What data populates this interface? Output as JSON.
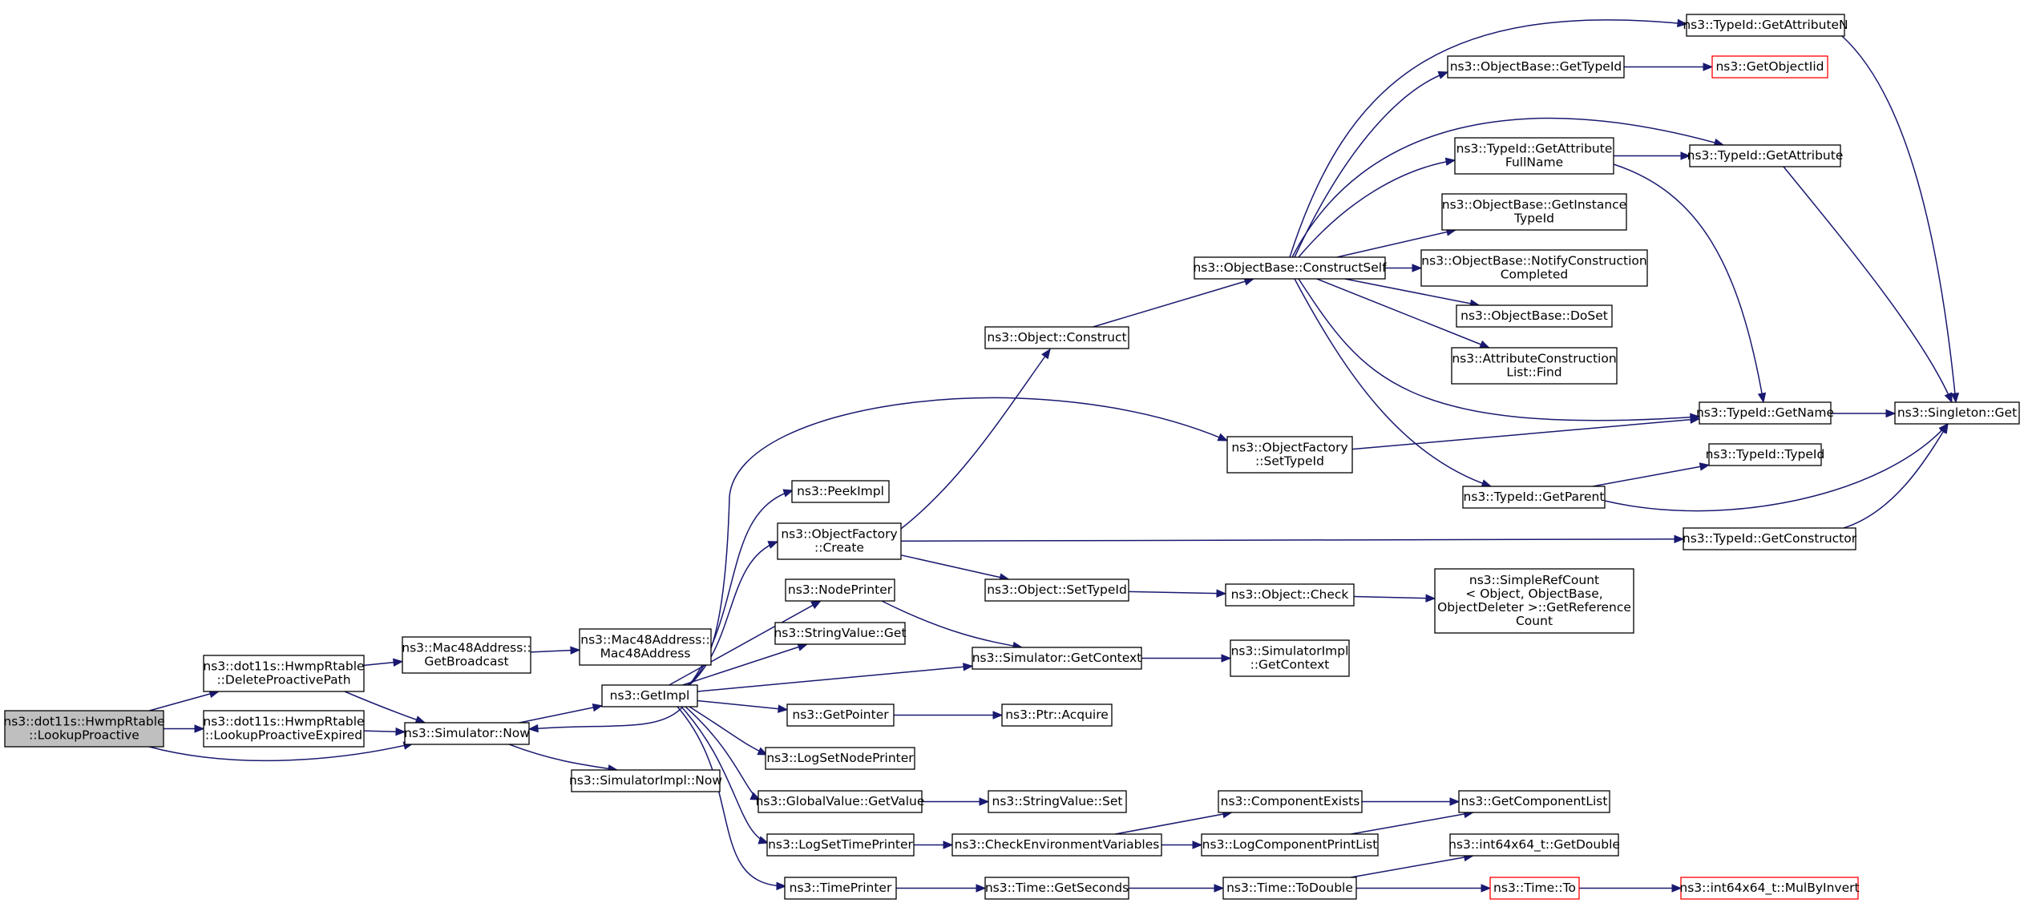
{
  "nodes": {
    "root": [
      "ns3::dot11s::HwmpRtable",
      "::LookupProactive"
    ],
    "delpro": [
      "ns3::dot11s::HwmpRtable",
      "::DeleteProactivePath"
    ],
    "lookexp": [
      "ns3::dot11s::HwmpRtable",
      "::LookupProactiveExpired"
    ],
    "getbc": [
      "ns3::Mac48Address::",
      "GetBroadcast"
    ],
    "mac48": [
      "ns3::Mac48Address::",
      "Mac48Address"
    ],
    "simnow": [
      "ns3::Simulator::Now"
    ],
    "simimplnow": [
      "ns3::SimulatorImpl::Now"
    ],
    "getimpl": [
      "ns3::GetImpl"
    ],
    "peekimpl": [
      "ns3::PeekImpl"
    ],
    "ofcreate": [
      "ns3::ObjectFactory",
      "::Create"
    ],
    "nodeprinter": [
      "ns3::NodePrinter"
    ],
    "svget": [
      "ns3::StringValue::Get"
    ],
    "getpointer": [
      "ns3::GetPointer"
    ],
    "logsetnode": [
      "ns3::LogSetNodePrinter"
    ],
    "gvgetvalue": [
      "ns3::GlobalValue::GetValue"
    ],
    "logsettime": [
      "ns3::LogSetTimePrinter"
    ],
    "timeprinter": [
      "ns3::TimePrinter"
    ],
    "objconstruct": [
      "ns3::Object::Construct"
    ],
    "objsettypeid": [
      "ns3::Object::SetTypeId"
    ],
    "simgetctx": [
      "ns3::Simulator::GetContext"
    ],
    "ptracquire": [
      "ns3::Ptr::Acquire"
    ],
    "svset": [
      "ns3::StringValue::Set"
    ],
    "checkenv": [
      "ns3::CheckEnvironmentVariables"
    ],
    "timegetsec": [
      "ns3::Time::GetSeconds"
    ],
    "obcconstruct": [
      "ns3::ObjectBase::ConstructSelf"
    ],
    "ofsettypeid": [
      "ns3::ObjectFactory",
      "::SetTypeId"
    ],
    "objcheck": [
      "ns3::Object::Check"
    ],
    "simimplctx": [
      "ns3::SimulatorImpl",
      "::GetContext"
    ],
    "compexists": [
      "ns3::ComponentExists"
    ],
    "logcomplist": [
      "ns3::LogComponentPrintList"
    ],
    "timetodouble": [
      "ns3::Time::ToDouble"
    ],
    "tidgetattrn": [
      "ns3::TypeId::GetAttributeN"
    ],
    "obgettypeid": [
      "ns3::ObjectBase::GetTypeId"
    ],
    "tidgetattrfull": [
      "ns3::TypeId::GetAttribute",
      "FullName"
    ],
    "obgetinst": [
      "ns3::ObjectBase::GetInstance",
      "TypeId"
    ],
    "obnotify": [
      "ns3::ObjectBase::NotifyConstruction",
      "Completed"
    ],
    "obdoset": [
      "ns3::ObjectBase::DoSet"
    ],
    "attrfind": [
      "ns3::AttributeConstruction",
      "List::Find"
    ],
    "tidgetparent": [
      "ns3::TypeId::GetParent"
    ],
    "srcgetref": [
      "ns3::SimpleRefCount",
      "< Object, ObjectBase,",
      " ObjectDeleter >::GetReference",
      "Count"
    ],
    "getcomplist": [
      "ns3::GetComponentList"
    ],
    "i64getdouble": [
      "ns3::int64x64_t::GetDouble"
    ],
    "timeto": [
      "ns3::Time::To"
    ],
    "getobjiid": [
      "ns3::GetObjectIid"
    ],
    "tidgetattr": [
      "ns3::TypeId::GetAttribute"
    ],
    "tidgetname": [
      "ns3::TypeId::GetName"
    ],
    "tidtypeid": [
      "ns3::TypeId::TypeId"
    ],
    "tidgetctor": [
      "ns3::TypeId::GetConstructor"
    ],
    "i64mulinv": [
      "ns3::int64x64_t::MulByInvert"
    ],
    "singget": [
      "ns3::Singleton::Get"
    ]
  },
  "node_styles": {
    "root": "root",
    "getobjiid": "undoc",
    "timeto": "undoc",
    "i64mulinv": "undoc"
  },
  "colors": {
    "edge": "#191970",
    "root_fill": "#bfbfbf",
    "undocumented_border": "#ff0000",
    "node_border": "#000000"
  },
  "edges": [
    [
      "root",
      "delpro"
    ],
    [
      "root",
      "lookexp"
    ],
    [
      "root",
      "simnow"
    ],
    [
      "delpro",
      "getbc"
    ],
    [
      "delpro",
      "simnow"
    ],
    [
      "lookexp",
      "simnow"
    ],
    [
      "getbc",
      "mac48"
    ],
    [
      "simnow",
      "getimpl"
    ],
    [
      "simnow",
      "simimplnow"
    ],
    [
      "getimpl",
      "peekimpl"
    ],
    [
      "getimpl",
      "ofcreate"
    ],
    [
      "getimpl",
      "nodeprinter"
    ],
    [
      "getimpl",
      "svget"
    ],
    [
      "getimpl",
      "getpointer"
    ],
    [
      "getimpl",
      "logsetnode"
    ],
    [
      "getimpl",
      "gvgetvalue"
    ],
    [
      "getimpl",
      "logsettime"
    ],
    [
      "getimpl",
      "timeprinter"
    ],
    [
      "getimpl",
      "simgetctx"
    ],
    [
      "getimpl",
      "ofsettypeid"
    ],
    [
      "getimpl",
      "simnow"
    ],
    [
      "ofcreate",
      "objconstruct"
    ],
    [
      "ofcreate",
      "objsettypeid"
    ],
    [
      "ofcreate",
      "tidgetctor"
    ],
    [
      "nodeprinter",
      "simgetctx"
    ],
    [
      "getpointer",
      "ptracquire"
    ],
    [
      "gvgetvalue",
      "svset"
    ],
    [
      "logsettime",
      "checkenv"
    ],
    [
      "timeprinter",
      "timegetsec"
    ],
    [
      "objconstruct",
      "obcconstruct"
    ],
    [
      "objsettypeid",
      "objcheck"
    ],
    [
      "simgetctx",
      "simimplctx"
    ],
    [
      "checkenv",
      "compexists"
    ],
    [
      "checkenv",
      "logcomplist"
    ],
    [
      "timegetsec",
      "timetodouble"
    ],
    [
      "obcconstruct",
      "tidgetattrn"
    ],
    [
      "obcconstruct",
      "obgettypeid"
    ],
    [
      "obcconstruct",
      "tidgetattr"
    ],
    [
      "obcconstruct",
      "tidgetattrfull"
    ],
    [
      "obcconstruct",
      "obgetinst"
    ],
    [
      "obcconstruct",
      "obnotify"
    ],
    [
      "obcconstruct",
      "obdoset"
    ],
    [
      "obcconstruct",
      "attrfind"
    ],
    [
      "obcconstruct",
      "tidgetname"
    ],
    [
      "obcconstruct",
      "tidgetparent"
    ],
    [
      "ofsettypeid",
      "tidgetname"
    ],
    [
      "objcheck",
      "srcgetref"
    ],
    [
      "compexists",
      "getcomplist"
    ],
    [
      "logcomplist",
      "getcomplist"
    ],
    [
      "timetodouble",
      "i64getdouble"
    ],
    [
      "timetodouble",
      "timeto"
    ],
    [
      "timeto",
      "i64mulinv"
    ],
    [
      "tidgetattrn",
      "singget"
    ],
    [
      "obgettypeid",
      "getobjiid"
    ],
    [
      "tidgetattrfull",
      "tidgetattr"
    ],
    [
      "tidgetattrfull",
      "tidgetname"
    ],
    [
      "tidgetattr",
      "singget"
    ],
    [
      "tidgetname",
      "singget"
    ],
    [
      "tidgetparent",
      "tidtypeid"
    ],
    [
      "tidgetparent",
      "singget"
    ],
    [
      "tidgetctor",
      "singget"
    ]
  ]
}
